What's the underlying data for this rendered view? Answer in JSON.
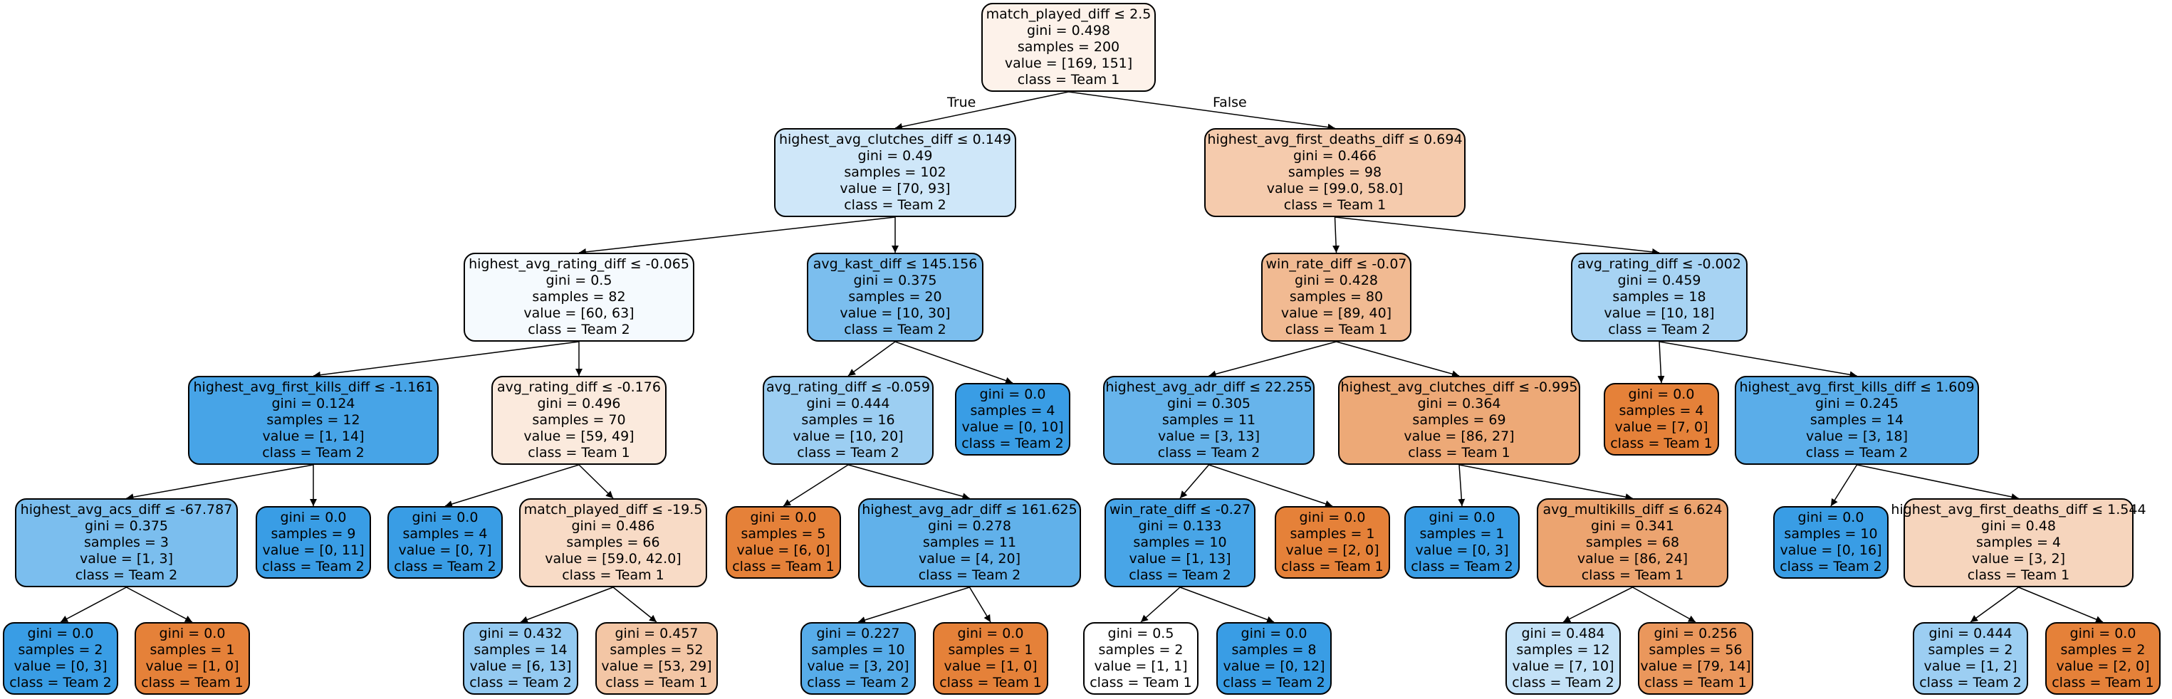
{
  "edge_labels": {
    "true": "True",
    "false": "False"
  },
  "nodes": [
    {
      "id": "n0",
      "lines": [
        "match_played_diff ≤ 2.5",
        "gini = 0.498",
        "samples = 200",
        "value = [169, 151]",
        "class = Team 1"
      ],
      "fill": "#fdf2ea"
    },
    {
      "id": "n1",
      "lines": [
        "highest_avg_clutches_diff ≤ 0.149",
        "gini = 0.49",
        "samples = 102",
        "value = [70, 93]",
        "class = Team 2"
      ],
      "fill": "#cfe7f9"
    },
    {
      "id": "n2",
      "lines": [
        "highest_avg_rating_diff ≤ -0.065",
        "gini = 0.5",
        "samples = 82",
        "value = [60, 63]",
        "class = Team 2"
      ],
      "fill": "#f5fafe"
    },
    {
      "id": "n3",
      "lines": [
        "highest_avg_first_kills_diff ≤ -1.161",
        "gini = 0.124",
        "samples = 12",
        "value = [1, 14]",
        "class = Team 2"
      ],
      "fill": "#47a4e7"
    },
    {
      "id": "n4",
      "lines": [
        "highest_avg_acs_diff ≤ -67.787",
        "gini = 0.375",
        "samples = 3",
        "value = [1, 3]",
        "class = Team 2"
      ],
      "fill": "#7bbeee"
    },
    {
      "id": "n5",
      "lines": [
        "gini = 0.0",
        "samples = 2",
        "value = [0, 3]",
        "class = Team 2"
      ],
      "fill": "#399de5"
    },
    {
      "id": "n6",
      "lines": [
        "gini = 0.0",
        "samples = 1",
        "value = [1, 0]",
        "class = Team 1"
      ],
      "fill": "#e58139"
    },
    {
      "id": "n7",
      "lines": [
        "gini = 0.0",
        "samples = 9",
        "value = [0, 11]",
        "class = Team 2"
      ],
      "fill": "#399de5"
    },
    {
      "id": "n8",
      "lines": [
        "avg_rating_diff ≤ -0.176",
        "gini = 0.496",
        "samples = 70",
        "value = [59, 49]",
        "class = Team 1"
      ],
      "fill": "#fbeadd"
    },
    {
      "id": "n9",
      "lines": [
        "gini = 0.0",
        "samples = 4",
        "value = [0, 7]",
        "class = Team 2"
      ],
      "fill": "#399de5"
    },
    {
      "id": "n10",
      "lines": [
        "match_played_diff ≤ -19.5",
        "gini = 0.486",
        "samples = 66",
        "value = [59.0, 42.0]",
        "class = Team 1"
      ],
      "fill": "#f8dbc6"
    },
    {
      "id": "n11",
      "lines": [
        "gini = 0.432",
        "samples = 14",
        "value = [6, 13]",
        "class = Team 2"
      ],
      "fill": "#94caf1"
    },
    {
      "id": "n12",
      "lines": [
        "gini = 0.457",
        "samples = 52",
        "value = [53, 29]",
        "class = Team 1"
      ],
      "fill": "#f3c6a5"
    },
    {
      "id": "n13",
      "lines": [
        "avg_kast_diff ≤ 145.156",
        "gini = 0.375",
        "samples = 20",
        "value = [10, 30]",
        "class = Team 2"
      ],
      "fill": "#7bbeee"
    },
    {
      "id": "n14",
      "lines": [
        "avg_rating_diff ≤ -0.059",
        "gini = 0.444",
        "samples = 16",
        "value = [10, 20]",
        "class = Team 2"
      ],
      "fill": "#9ccef2"
    },
    {
      "id": "n15",
      "lines": [
        "gini = 0.0",
        "samples = 5",
        "value = [6, 0]",
        "class = Team 1"
      ],
      "fill": "#e58139"
    },
    {
      "id": "n16",
      "lines": [
        "highest_avg_adr_diff ≤ 161.625",
        "gini = 0.278",
        "samples = 11",
        "value = [4, 20]",
        "class = Team 2"
      ],
      "fill": "#61b1ea"
    },
    {
      "id": "n17",
      "lines": [
        "gini = 0.227",
        "samples = 10",
        "value = [3, 20]",
        "class = Team 2"
      ],
      "fill": "#57ace9"
    },
    {
      "id": "n18",
      "lines": [
        "gini = 0.0",
        "samples = 1",
        "value = [1, 0]",
        "class = Team 1"
      ],
      "fill": "#e58139"
    },
    {
      "id": "n19",
      "lines": [
        "gini = 0.0",
        "samples = 4",
        "value = [0, 10]",
        "class = Team 2"
      ],
      "fill": "#399de5"
    },
    {
      "id": "n20",
      "lines": [
        "highest_avg_first_deaths_diff ≤ 0.694",
        "gini = 0.466",
        "samples = 98",
        "value = [99.0, 58.0]",
        "class = Team 1"
      ],
      "fill": "#f5cbad"
    },
    {
      "id": "n21",
      "lines": [
        "win_rate_diff ≤ -0.07",
        "gini = 0.428",
        "samples = 80",
        "value = [89, 40]",
        "class = Team 1"
      ],
      "fill": "#f1ba92"
    },
    {
      "id": "n22",
      "lines": [
        "highest_avg_adr_diff ≤ 22.255",
        "gini = 0.305",
        "samples = 11",
        "value = [3, 13]",
        "class = Team 2"
      ],
      "fill": "#67b4eb"
    },
    {
      "id": "n23",
      "lines": [
        "win_rate_diff ≤ -0.27",
        "gini = 0.133",
        "samples = 10",
        "value = [1, 13]",
        "class = Team 2"
      ],
      "fill": "#48a5e7"
    },
    {
      "id": "n24",
      "lines": [
        "gini = 0.5",
        "samples = 2",
        "value = [1, 1]",
        "class = Team 1"
      ],
      "fill": "#ffffff"
    },
    {
      "id": "n25",
      "lines": [
        "gini = 0.0",
        "samples = 8",
        "value = [0, 12]",
        "class = Team 2"
      ],
      "fill": "#399de5"
    },
    {
      "id": "n26",
      "lines": [
        "gini = 0.0",
        "samples = 1",
        "value = [2, 0]",
        "class = Team 1"
      ],
      "fill": "#e58139"
    },
    {
      "id": "n27",
      "lines": [
        "highest_avg_clutches_diff ≤ -0.995",
        "gini = 0.364",
        "samples = 69",
        "value = [86, 27]",
        "class = Team 1"
      ],
      "fill": "#eda977"
    },
    {
      "id": "n28",
      "lines": [
        "gini = 0.0",
        "samples = 1",
        "value = [0, 3]",
        "class = Team 2"
      ],
      "fill": "#399de5"
    },
    {
      "id": "n29",
      "lines": [
        "avg_multikills_diff ≤ 6.624",
        "gini = 0.341",
        "samples = 68",
        "value = [86, 24]",
        "class = Team 1"
      ],
      "fill": "#eca470"
    },
    {
      "id": "n30",
      "lines": [
        "gini = 0.484",
        "samples = 12",
        "value = [7, 10]",
        "class = Team 2"
      ],
      "fill": "#c4e2f7"
    },
    {
      "id": "n31",
      "lines": [
        "gini = 0.256",
        "samples = 56",
        "value = [79, 14]",
        "class = Team 1"
      ],
      "fill": "#ea975c"
    },
    {
      "id": "n32",
      "lines": [
        "avg_rating_diff ≤ -0.002",
        "gini = 0.459",
        "samples = 18",
        "value = [10, 18]",
        "class = Team 2"
      ],
      "fill": "#a7d3f3"
    },
    {
      "id": "n33",
      "lines": [
        "gini = 0.0",
        "samples = 4",
        "value = [7, 0]",
        "class = Team 1"
      ],
      "fill": "#e58139"
    },
    {
      "id": "n34",
      "lines": [
        "highest_avg_first_kills_diff ≤ 1.609",
        "gini = 0.245",
        "samples = 14",
        "value = [3, 18]",
        "class = Team 2"
      ],
      "fill": "#5aade9"
    },
    {
      "id": "n35",
      "lines": [
        "gini = 0.0",
        "samples = 10",
        "value = [0, 16]",
        "class = Team 2"
      ],
      "fill": "#399de5"
    },
    {
      "id": "n36",
      "lines": [
        "highest_avg_first_deaths_diff ≤ 1.544",
        "gini = 0.48",
        "samples = 4",
        "value = [3, 2]",
        "class = Team 1"
      ],
      "fill": "#f6d5bd"
    },
    {
      "id": "n37",
      "lines": [
        "gini = 0.444",
        "samples = 2",
        "value = [1, 2]",
        "class = Team 2"
      ],
      "fill": "#9ccef2"
    },
    {
      "id": "n38",
      "lines": [
        "gini = 0.0",
        "samples = 2",
        "value = [2, 0]",
        "class = Team 1"
      ],
      "fill": "#e58139"
    }
  ],
  "edges": [
    [
      "n0",
      "n1"
    ],
    [
      "n0",
      "n20"
    ],
    [
      "n1",
      "n2"
    ],
    [
      "n1",
      "n13"
    ],
    [
      "n2",
      "n3"
    ],
    [
      "n2",
      "n8"
    ],
    [
      "n3",
      "n4"
    ],
    [
      "n3",
      "n7"
    ],
    [
      "n4",
      "n5"
    ],
    [
      "n4",
      "n6"
    ],
    [
      "n8",
      "n9"
    ],
    [
      "n8",
      "n10"
    ],
    [
      "n10",
      "n11"
    ],
    [
      "n10",
      "n12"
    ],
    [
      "n13",
      "n14"
    ],
    [
      "n13",
      "n19"
    ],
    [
      "n14",
      "n15"
    ],
    [
      "n14",
      "n16"
    ],
    [
      "n16",
      "n17"
    ],
    [
      "n16",
      "n18"
    ],
    [
      "n20",
      "n21"
    ],
    [
      "n20",
      "n32"
    ],
    [
      "n21",
      "n22"
    ],
    [
      "n21",
      "n27"
    ],
    [
      "n22",
      "n23"
    ],
    [
      "n22",
      "n26"
    ],
    [
      "n23",
      "n24"
    ],
    [
      "n23",
      "n25"
    ],
    [
      "n27",
      "n28"
    ],
    [
      "n27",
      "n29"
    ],
    [
      "n29",
      "n30"
    ],
    [
      "n29",
      "n31"
    ],
    [
      "n32",
      "n33"
    ],
    [
      "n32",
      "n34"
    ],
    [
      "n34",
      "n35"
    ],
    [
      "n34",
      "n36"
    ],
    [
      "n36",
      "n37"
    ],
    [
      "n36",
      "n38"
    ]
  ]
}
